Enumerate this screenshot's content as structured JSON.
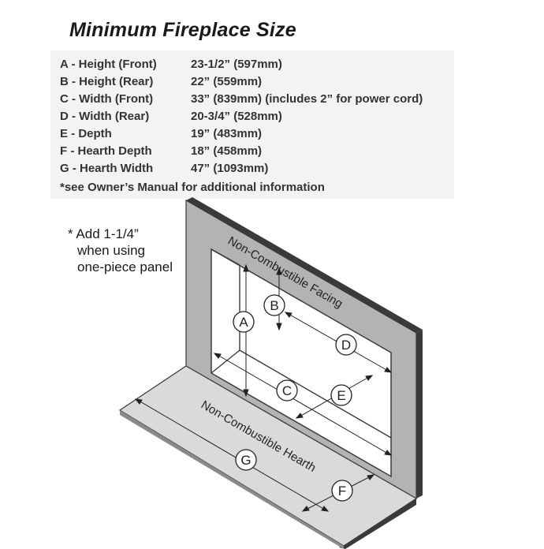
{
  "title": "Minimum Fireplace Size",
  "specs": [
    {
      "label": "A - Height (Front)",
      "value": "23-1/2”  (597mm)"
    },
    {
      "label": "B - Height (Rear)",
      "value": "22” (559mm)"
    },
    {
      "label": "C - Width (Front)",
      "value": "33” (839mm) (includes 2” for power cord)"
    },
    {
      "label": "D - Width (Rear)",
      "value": "20-3/4”  (528mm)"
    },
    {
      "label": "E - Depth",
      "value": "19” (483mm)"
    },
    {
      "label": "F - Hearth Depth",
      "value": "18” (458mm)"
    },
    {
      "label": "G - Hearth Width",
      "value": "47”  (1093mm)"
    }
  ],
  "note": "*see Owner’s Manual for additional information",
  "panel_note": [
    "* Add 1-1/4”",
    "when using",
    "one-piece panel"
  ],
  "diagram": {
    "facing_label": "Non-Combustible Facing",
    "hearth_label": "Non-Combustible Hearth",
    "markers": [
      "A",
      "B",
      "C",
      "D",
      "E",
      "F",
      "G"
    ],
    "colors": {
      "facing": "#b3b3b3",
      "hearth": "#dadada",
      "edge": "#3a3a3a",
      "opening": "#ffffff"
    }
  }
}
